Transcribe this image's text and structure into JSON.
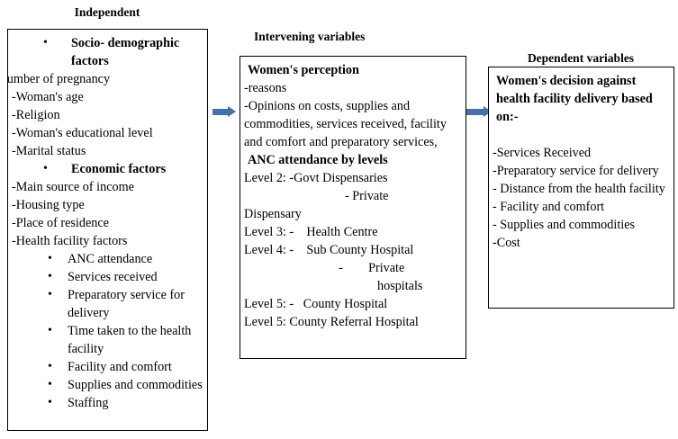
{
  "headers": {
    "independent": "Independent",
    "intervening": "Intervening variables",
    "dependent": "Dependent variables"
  },
  "colors": {
    "arrow": "#4472A8",
    "box_border": "#000000",
    "text": "#000000",
    "background": "#FFFFFF"
  },
  "independent_box": {
    "heading_1": "Socio- demographic factors",
    "items_1": [
      "n's number of pregnancy",
      "-Woman's age",
      "-Religion",
      "-Woman's educational level",
      "-Marital status"
    ],
    "heading_2": "Economic factors",
    "items_2": [
      "-Main source of income",
      "-Housing type",
      "-Place of residence",
      "-Health facility factors"
    ],
    "bullets": [
      "ANC attendance",
      "Services received",
      "Preparatory service for delivery",
      "Time taken to the health facility",
      "Facility and comfort",
      "Supplies and commodities",
      "Staffing"
    ]
  },
  "intervening_box": {
    "heading_1": "Women's perception",
    "lines_1": [
      "-reasons",
      "-Opinions on costs, supplies and commodities, services received, facility and comfort and preparatory services,"
    ],
    "heading_2": "ANC attendance by levels",
    "levels": [
      {
        "label": "Level 2: -Govt Dispensaries",
        "indent": "i-ind1"
      },
      {
        "label": "- Private",
        "indent": "i-ind2"
      },
      {
        "label": "Dispensary",
        "indent": "i-ind1"
      },
      {
        "label": "Level 3: -    Health Centre",
        "indent": "i-ind1"
      },
      {
        "label": "Level 4: -    Sub County Hospital",
        "indent": "i-ind1"
      },
      {
        "label": "-        Private",
        "indent": "i-ind3"
      },
      {
        "label": "hospitals",
        "indent": "i-ind4"
      },
      {
        "label": "Level 5: -   County Hospital",
        "indent": "i-ind1"
      },
      {
        "label": "Level 5: County Referral Hospital",
        "indent": "i-ind1"
      }
    ]
  },
  "dependent_box": {
    "heading": "Women's decision against health facility delivery based on:-",
    "items": [
      "-Services Received",
      "-Preparatory service for delivery",
      "- Distance from the health facility",
      "- Facility and comfort",
      "- Supplies and commodities",
      "-Cost"
    ]
  },
  "arrows": [
    {
      "name": "arrow-independent-to-intervening",
      "direction": "right"
    },
    {
      "name": "arrow-intervening-to-dependent",
      "direction": "right"
    }
  ]
}
